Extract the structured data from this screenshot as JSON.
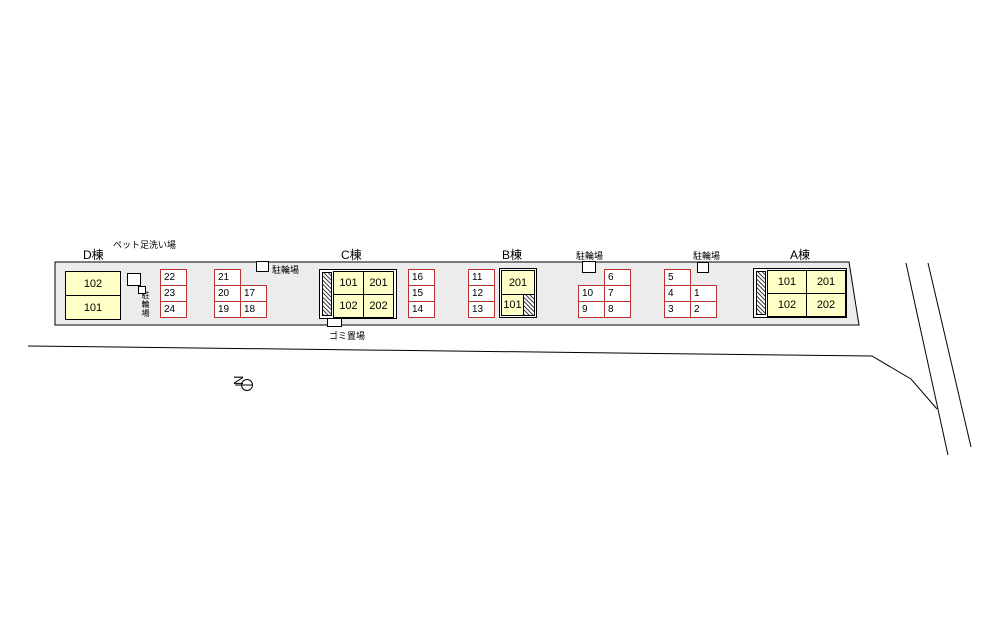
{
  "colors": {
    "site_fill": "#ececec",
    "room_fill": "#ffffc8",
    "parking_border": "#b83232",
    "line": "#000000"
  },
  "labels": {
    "building_d": "D棟",
    "building_c": "C棟",
    "building_b": "B棟",
    "building_a": "A棟",
    "pet_wash": "ペット足洗い場",
    "bike_parking_d": "駐輪場",
    "bike_parking_c": "駐輪場",
    "bike_parking_b": "駐輪場",
    "bike_parking_a": "駐輪場",
    "garbage": "ゴミ置場",
    "north": "N"
  },
  "rooms": {
    "d": {
      "r102": "102",
      "r101": "101"
    },
    "c": {
      "r101": "101",
      "r201": "201",
      "r102": "102",
      "r202": "202"
    },
    "b": {
      "r201": "201",
      "r101": "101"
    },
    "a": {
      "r101": "101",
      "r201": "201",
      "r102": "102",
      "r202": "202"
    }
  },
  "parking": {
    "g1": [
      "22",
      "23",
      "24"
    ],
    "g2_col1": [
      "21",
      "20",
      "19"
    ],
    "g2_col2": [
      "17",
      "18"
    ],
    "g3": [
      "16",
      "15",
      "14"
    ],
    "g4": [
      "11",
      "12",
      "13"
    ],
    "g5_col1": [
      "10",
      "9"
    ],
    "g5_col2": [
      "6",
      "7",
      "8"
    ],
    "g6_col1": [
      "5",
      "4",
      "3"
    ],
    "g6_col2": [
      "1",
      "2"
    ]
  }
}
